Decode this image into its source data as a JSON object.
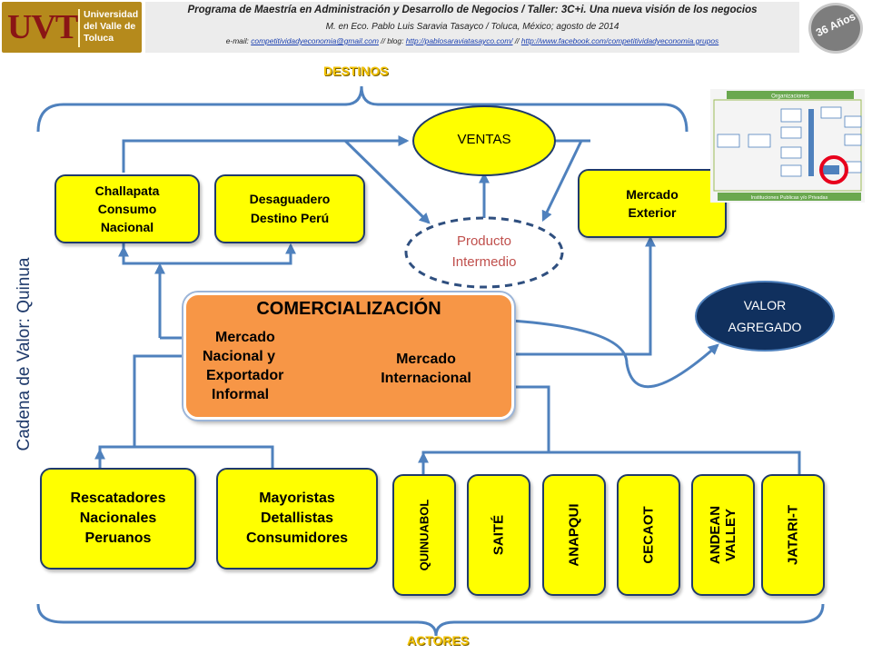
{
  "header": {
    "logo_text": "UVT",
    "logo_subtext": "Universidad del Valle de Toluca",
    "title": "Programa de Maestría en Administración y Desarrollo de Negocios / Taller: 3C+i. Una nueva visión de los negocios",
    "subtitle": "M. en Eco. Pablo Luis Saravia Tasayco / Toluca, México; agosto de 2014",
    "email_label": "e-mail:",
    "email": "competitividadyeconomia@gmail.com",
    "blog_label": "// blog:",
    "blog": "http://pablosaraviatasayco.com/",
    "facebook_sep": "//",
    "facebook": "http://www.facebook.com/competitividadyeconomia.grupos",
    "badge_text": "36 Años"
  },
  "diagram": {
    "top_label": "DESTINOS",
    "bottom_label": "ACTORES",
    "side_label": "Cadena de Valor: Quinua",
    "ventas": "VENTAS",
    "producto": [
      "Producto",
      "Intermedio"
    ],
    "valor": [
      "VALOR",
      "AGREGADO"
    ],
    "challapata": [
      "Challapata",
      "Consumo",
      "Nacional"
    ],
    "desaguadero": [
      "Desaguadero",
      "Destino Perú"
    ],
    "mercado_exterior": [
      "Mercado",
      "Exterior"
    ],
    "comercializacion": {
      "title": "COMERCIALIZACIÓN",
      "left": [
        "Mercado",
        "Nacional y",
        "Exportador",
        "Informal"
      ],
      "right": [
        "Mercado",
        "Internacional"
      ]
    },
    "rescatadores": [
      "Rescatadores",
      "Nacionales",
      "Peruanos"
    ],
    "mayoristas": [
      "Mayoristas",
      "Detallistas",
      "Consumidores"
    ],
    "actors": [
      [
        "QUINUABOL"
      ],
      [
        "SAITÉ"
      ],
      [
        "ANAPQUI"
      ],
      [
        "CECAOT"
      ],
      [
        "ANDEAN",
        "VALLEY"
      ],
      [
        "JATARI-T"
      ]
    ]
  },
  "thumbnail": {
    "title": "Organizaciones",
    "footer": "Instituciones Publicas y/o Privadas"
  },
  "colors": {
    "box_fill": "#ffff00",
    "box_border": "#1f3a6b",
    "arrow": "#4f81bd",
    "comercial": "#f79646",
    "valor": "#10305e",
    "label_gold": "#f2c200",
    "red_circle": "#e8001c"
  }
}
